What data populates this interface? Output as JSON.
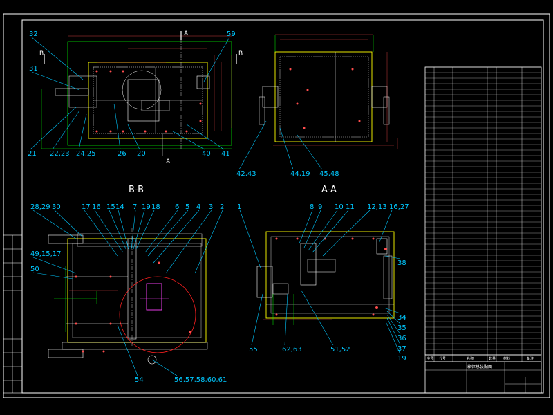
{
  "colors": {
    "background": "#000000",
    "frame": "#ffffff",
    "leader": "#00c8ff",
    "body_line": "#ffff00",
    "dimension": "#ff4d4d",
    "part": "#ff44ff",
    "hidden": "#00ff00"
  },
  "views": {
    "bb_title": "B-B",
    "aa_title": "A-A",
    "section_mark_a": "A",
    "section_mark_b": "B"
  },
  "balloons": {
    "plan_view": [
      "32",
      "31",
      "21",
      "22,23",
      "24,25",
      "26",
      "20",
      "59",
      "40",
      "41"
    ],
    "side_view": [
      "42,43",
      "44,19",
      "45,48"
    ],
    "bb_view": [
      "28,29",
      "30",
      "17",
      "16",
      "15",
      "14",
      "7",
      "19",
      "18",
      "6",
      "5",
      "4",
      "3",
      "2",
      "49,15,17",
      "50",
      "54",
      "56,57,58,60,61"
    ],
    "aa_view": [
      "1",
      "8",
      "9",
      "10",
      "11",
      "12,13",
      "16,27",
      "38",
      "55",
      "62,63",
      "51,52",
      "34",
      "35",
      "36",
      "37",
      "19"
    ]
  },
  "title_block": {
    "title": "箱体总装配图",
    "header_row": [
      "序号",
      "代号",
      "名称",
      "数量",
      "材料",
      "备注"
    ]
  }
}
